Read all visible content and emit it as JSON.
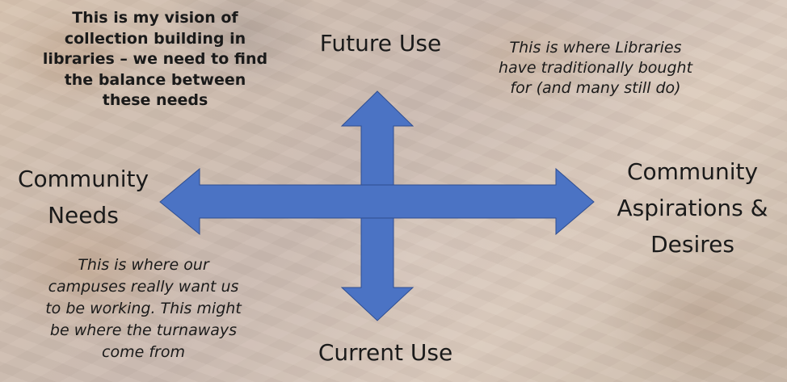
{
  "diagram": {
    "vision_note": "This is my vision of\ncollection building in\nlibraries – we need to find\nthe balance between\nthese needs",
    "future_use": "Future Use",
    "traditional_note": "This is where Libraries\nhave traditionally bought\nfor (and many still do)",
    "community_needs": "Community\nNeeds",
    "community_aspirations": "Community\nAspirations &\nDesires",
    "campuses_note": "This is where our\ncampuses really want us\nto be working.  This might\nbe where the turnaways\ncome from",
    "current_use": "Current Use"
  },
  "colors": {
    "arrow_fill": "#4b73c4",
    "arrow_stroke": "#2f4e91"
  }
}
